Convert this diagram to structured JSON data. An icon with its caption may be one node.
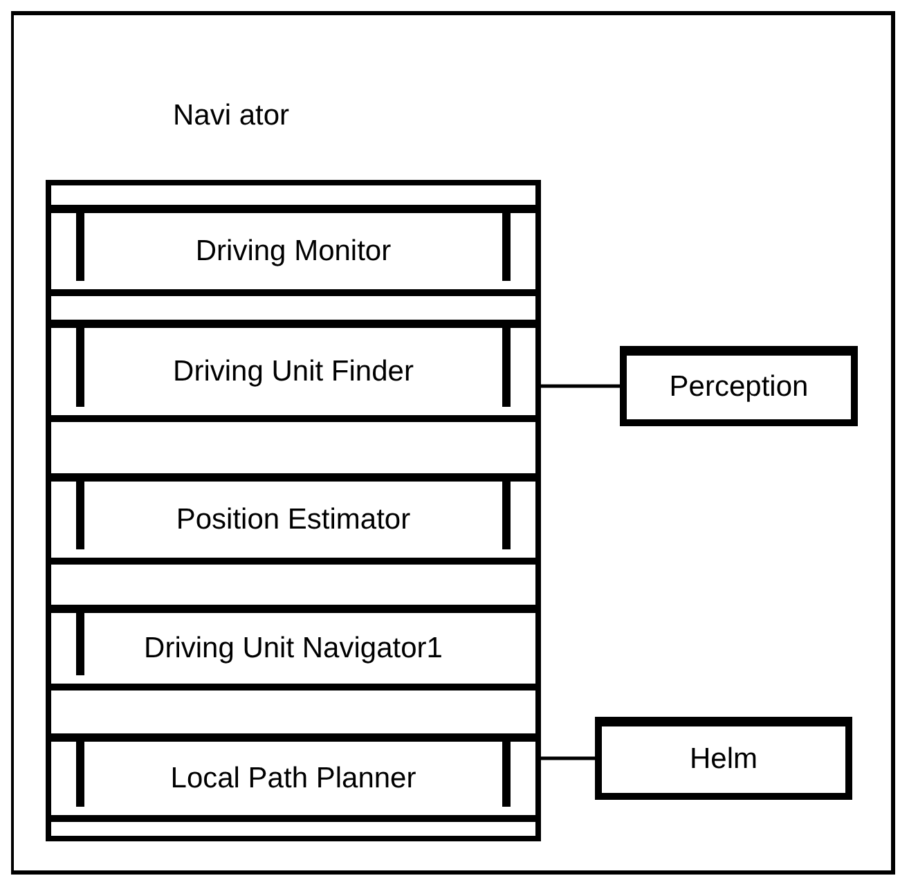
{
  "diagram": {
    "nodes": [
      {
        "text": [
          "Navi ator"
        ]
      },
      {
        "text": [
          "Driving Monitor"
        ],
        "in": 0
      },
      {
        "text": [
          "Driving Unit Finder"
        ],
        "in": 0
      },
      {
        "text": [
          "Position Estimator"
        ],
        "in": 0
      },
      {
        "text": [
          "Driving Unit Navigator1"
        ],
        "in": 0
      },
      {
        "text": [
          "Local Path Planner"
        ],
        "in": 0
      },
      {
        "text": [
          "Perception"
        ]
      },
      {
        "text": [
          "Helm"
        ]
      }
    ],
    "edges": [
      {
        "from": 2,
        "to": 6,
        "arrow": "none"
      },
      {
        "from": 5,
        "to": 7,
        "arrow": "none"
      }
    ]
  }
}
